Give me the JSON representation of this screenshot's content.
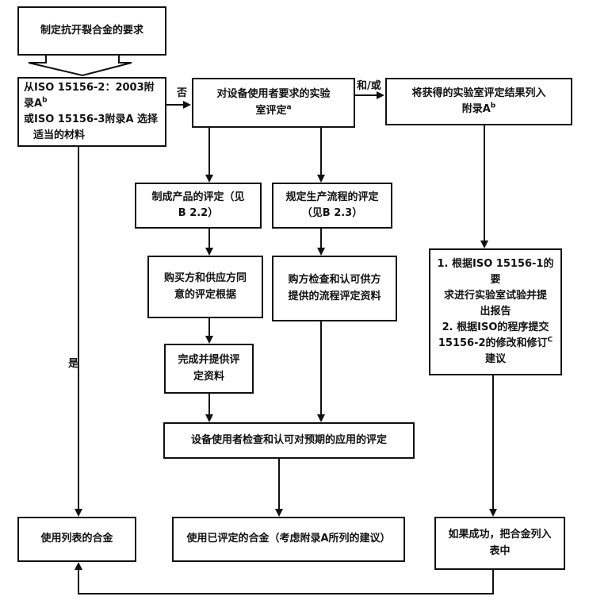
{
  "nodes": {
    "requirements": "制定抗开裂合金的要求",
    "select_l1": "从ISO 15156-2：2003附录A",
    "select_l2": "或ISO 15156-3附录A",
    "select_l3": "选择",
    "select_l4": "适当的材料",
    "select_sup": "b",
    "lab_eval_l1": "对设备使用者要求的实验",
    "lab_eval_l2": "室评定",
    "lab_eval_sup": "a",
    "list_annex_l1": "将获得的实验室评定结果列入",
    "list_annex_l2": "附录A",
    "list_annex_sup": "b",
    "product_eval_l1": "制成产品的评定（见",
    "product_eval_l2": "B 2.2）",
    "process_eval_l1": "规定生产流程的评定",
    "process_eval_l2": "（见B 2.3）",
    "agree_l1": "购买方和供应方同",
    "agree_l2": "意的评定根据",
    "buyer_check_l1": "购方检查和认可供方",
    "buyer_check_l2": "提供的流程评定资料",
    "complete_l1": "完成并提供评",
    "complete_l2": "定资料",
    "lab_report_l1": "1. 根据ISO 15156-1的要",
    "lab_report_l2": "求进行实验室试验并提",
    "lab_report_l3": "出报告",
    "lab_report_l4": "2. 根据ISO的程序提交",
    "lab_report_l5": "15156-2的修改和修订",
    "lab_report_l6": "建议",
    "lab_report_sup": "C",
    "user_check": "设备使用者检查和认可对预期的应用的评定",
    "use_listed": "使用列表的合金",
    "use_evaluated": "使用已评定的合金（考虑附录A所列的建议）",
    "add_list_l1": "如果成功，把合金列入",
    "add_list_l2": "表中"
  },
  "labels": {
    "no": "否",
    "and_or": "和/或",
    "yes": "是"
  }
}
